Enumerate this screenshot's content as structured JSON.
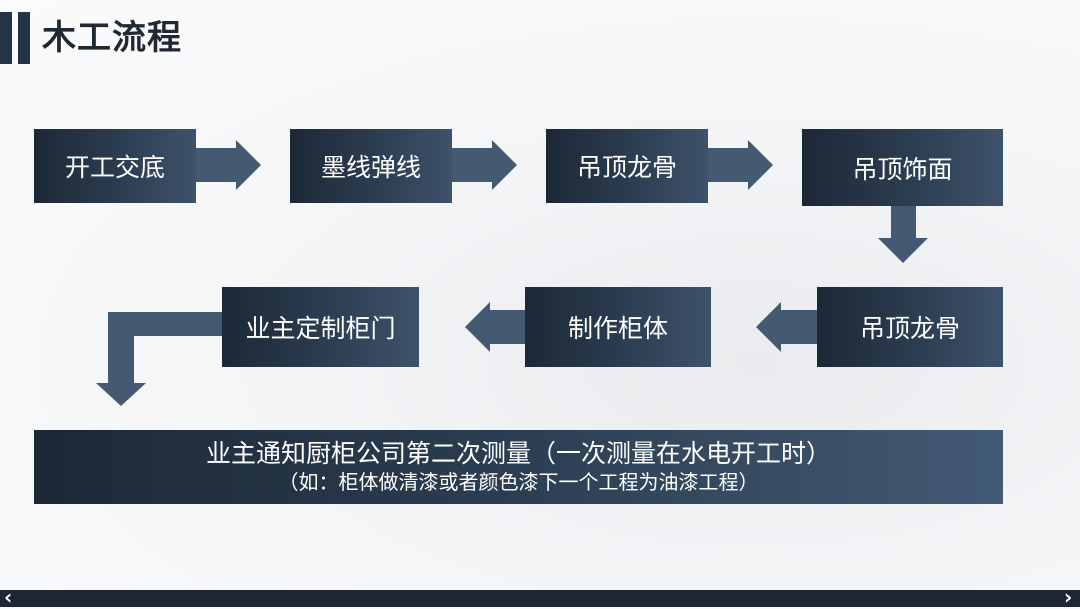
{
  "title": "木工流程",
  "row1": [
    "开工交底",
    "墨线弹线",
    "吊顶龙骨",
    "吊顶饰面"
  ],
  "row2": [
    "业主定制柜门",
    "制作柜体",
    "吊顶龙骨"
  ],
  "banner": {
    "line1": "业主通知厨柜公司第二次测量（一次测量在水电开工时）",
    "line2": "（如：柜体做清漆或者颜色漆下一个工程为油漆工程）"
  },
  "nav": {
    "prev": "‹",
    "next": "›"
  },
  "colors": {
    "box_dark": "#1c2836",
    "box_light": "#3e526a",
    "arrow": "#435a72"
  }
}
